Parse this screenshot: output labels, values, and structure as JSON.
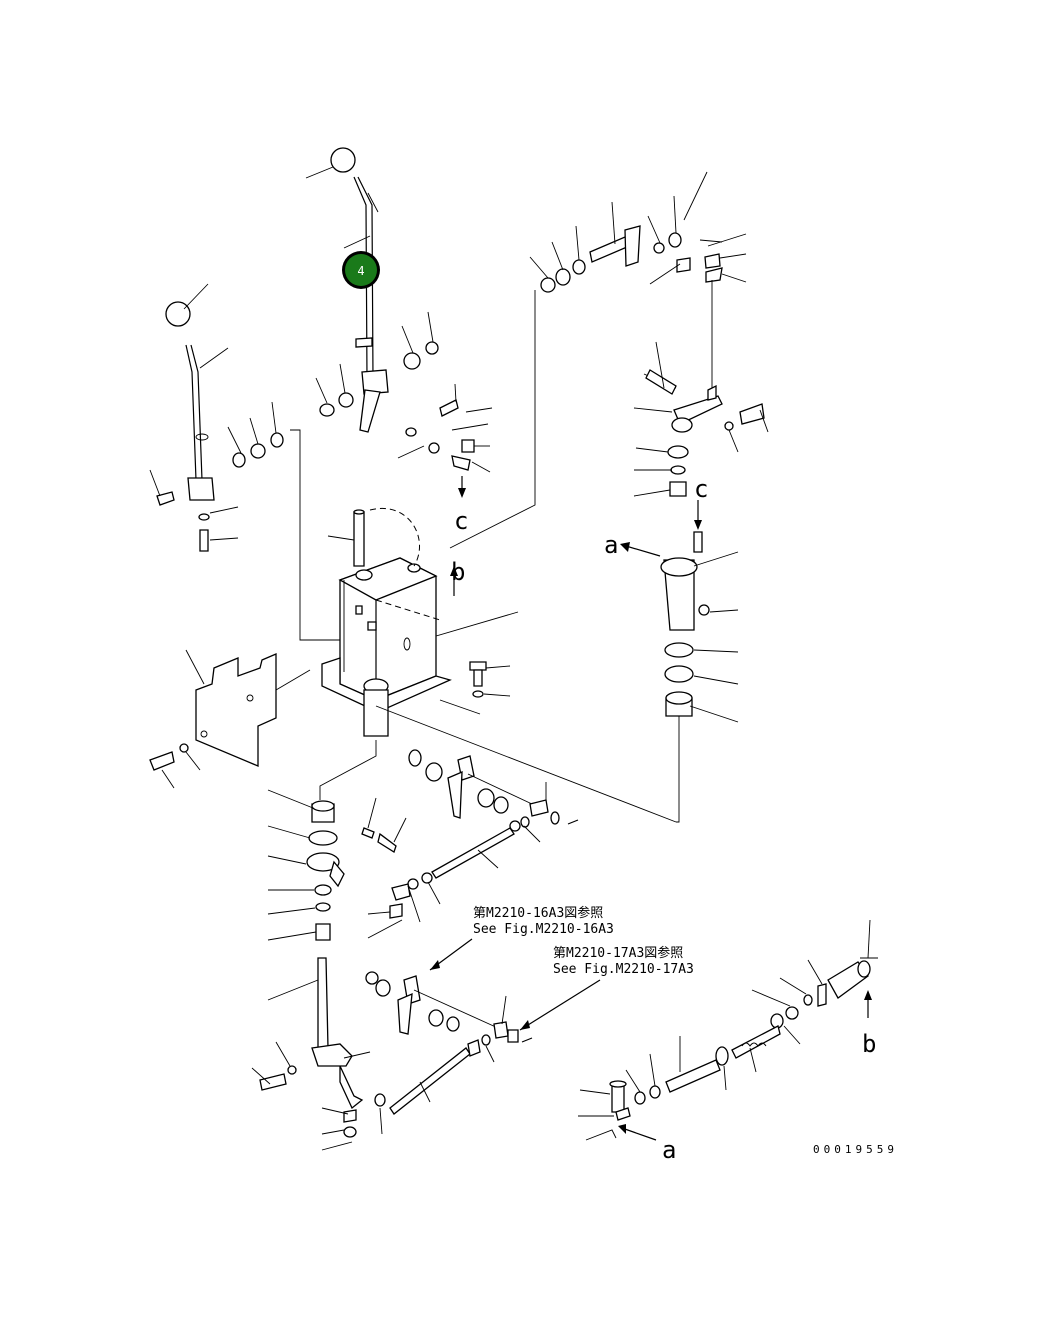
{
  "diagram": {
    "callout": {
      "number": "4",
      "color": "#1a7a1a"
    },
    "refs": [
      {
        "jp": "第M2210-16A3図参照",
        "en": "See Fig.M2210-16A3"
      },
      {
        "jp": "第M2210-17A3図参照",
        "en": "See Fig.M2210-17A3"
      }
    ],
    "letters": {
      "a": "a",
      "b": "b",
      "c": "c"
    },
    "figure_id": "00019559"
  }
}
